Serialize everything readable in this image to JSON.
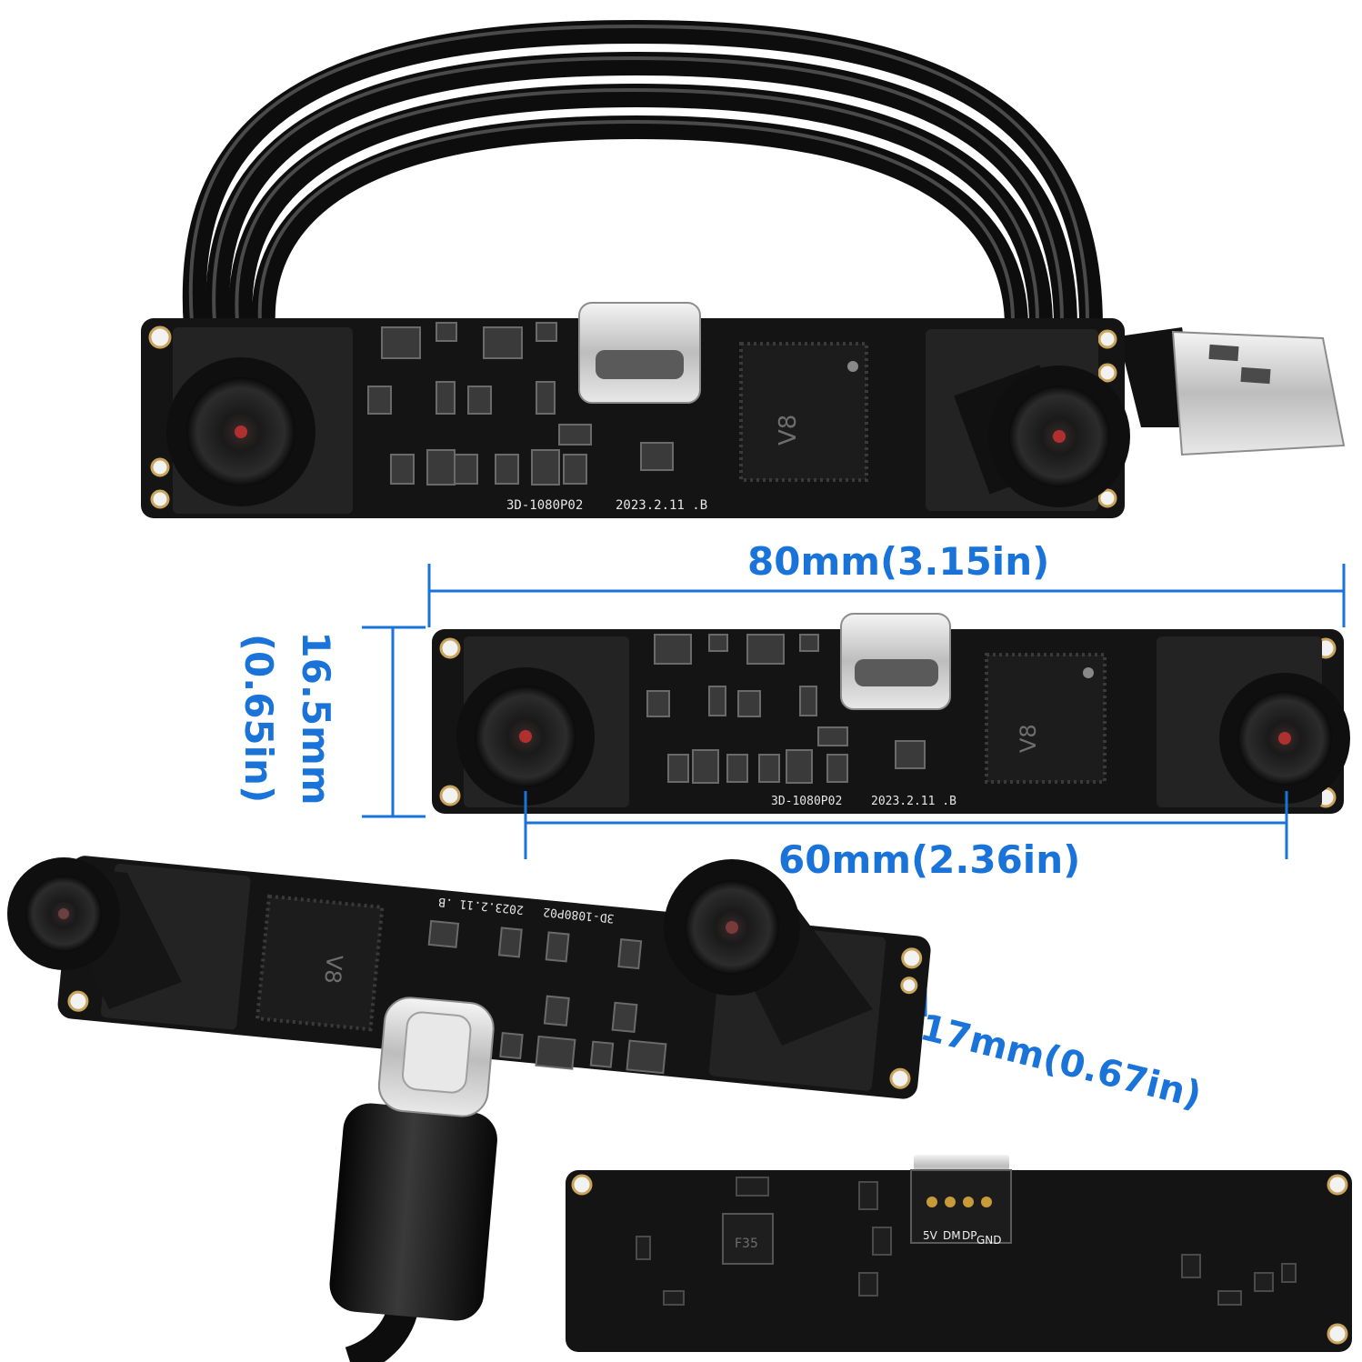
{
  "dimensions": {
    "length": "80mm(3.15in)",
    "height_mm": "16.5mm",
    "height_in": "(0.65in)",
    "lens_spacing": "60mm(2.36in)",
    "depth": "17mm(0.67in)"
  },
  "board_text": {
    "model": "3D-1080P02",
    "date": "2023.2.11 .B",
    "chip": "V8",
    "back_chip": "F35",
    "pins": [
      "5V",
      "DM",
      "DP",
      "GND"
    ]
  },
  "colors": {
    "dimension": "#1a73d9",
    "pcb": "#141414",
    "cable": "#1b1b1b"
  }
}
